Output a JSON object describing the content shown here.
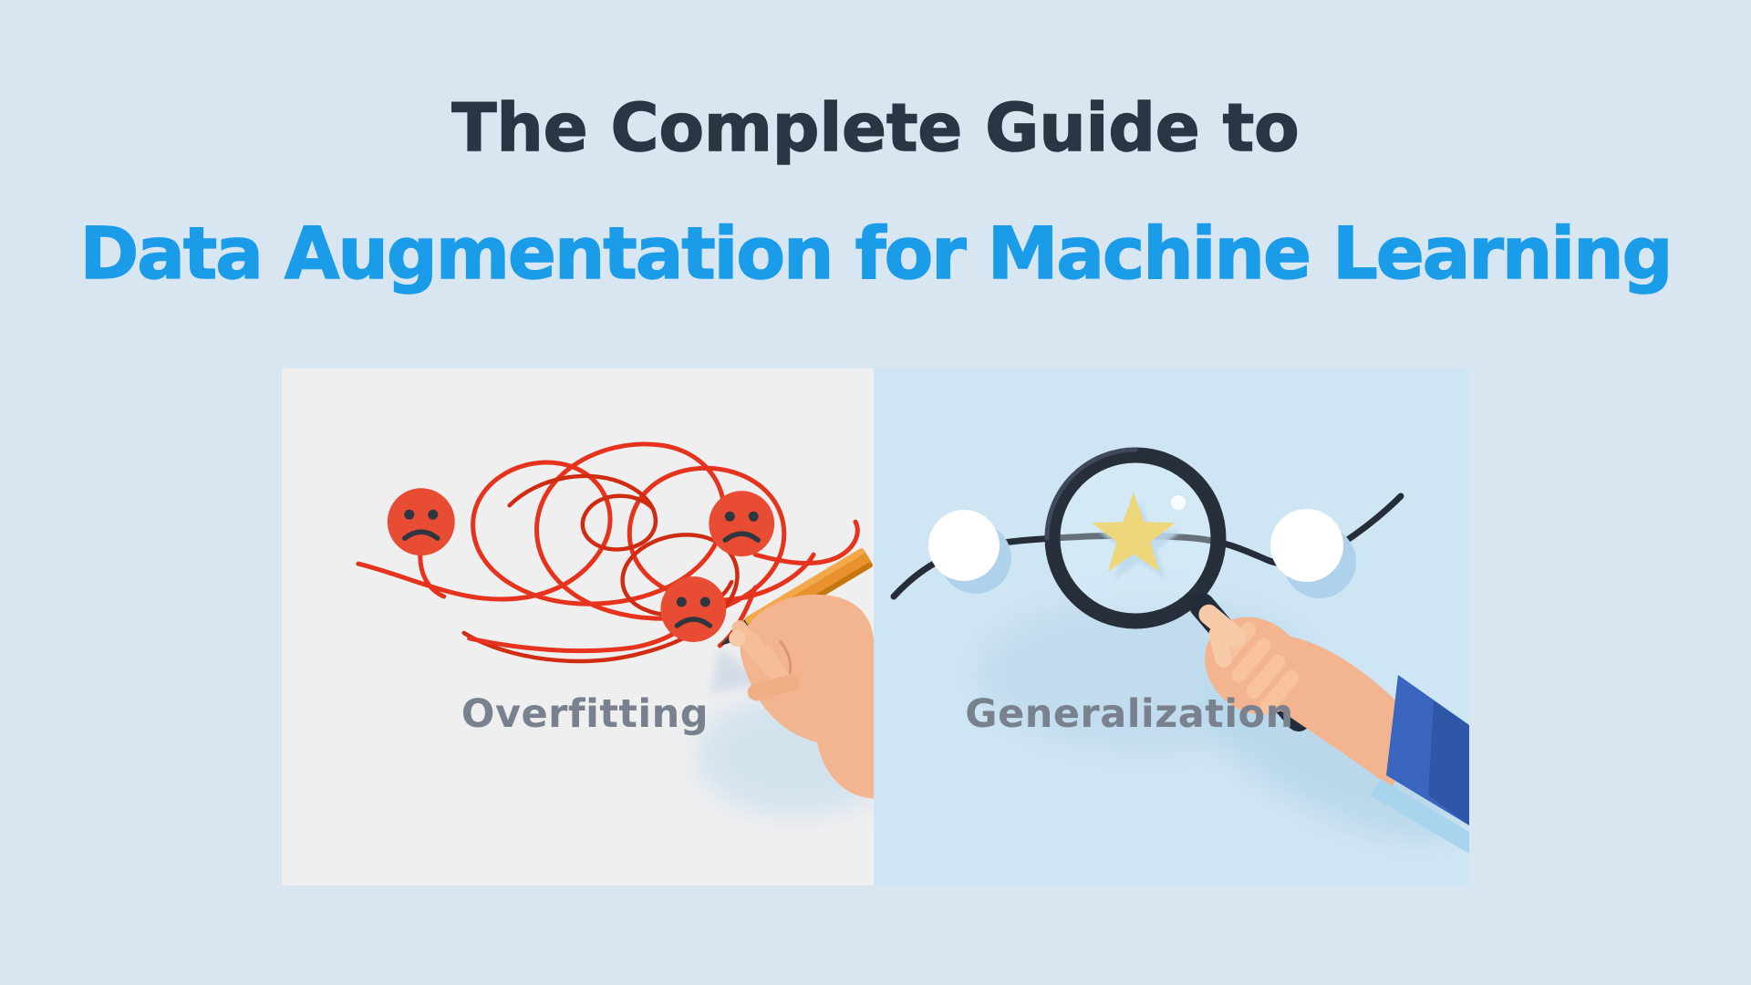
{
  "title": {
    "line1": "The Complete Guide to",
    "line2": "Data Augmentation for Machine Learning"
  },
  "illustration": {
    "left_panel": {
      "label": "Overfitting"
    },
    "right_panel": {
      "label": "Generalization"
    }
  },
  "colors": {
    "page_bg": "#d8e6f2",
    "title_primary": "#2b3544",
    "title_accent": "#1b9ce9",
    "panel_left_bg": "#efeff0",
    "panel_right_bg": "#cee5f4",
    "label_text": "#78818d",
    "scribble_red": "#e5331d",
    "scribble_dark_red": "#d02c12",
    "face_red": "#e84c33",
    "face_features": "#2f363f",
    "pencil_orange": "#e8912e",
    "pencil_tip": "#2e353e",
    "curve_navy": "#252d38",
    "magnifier_frame": "#272f3b",
    "star_yellow": "#f6c837",
    "sleeve_blue": "#3b66c0",
    "sleeve_fold_blue": "#2f57a8",
    "sleeve_trim_blue": "#a9d4ee",
    "skin": "#f3b590",
    "skin_light": "#f8cba8",
    "shadow_blue": "#bcd9ec"
  }
}
